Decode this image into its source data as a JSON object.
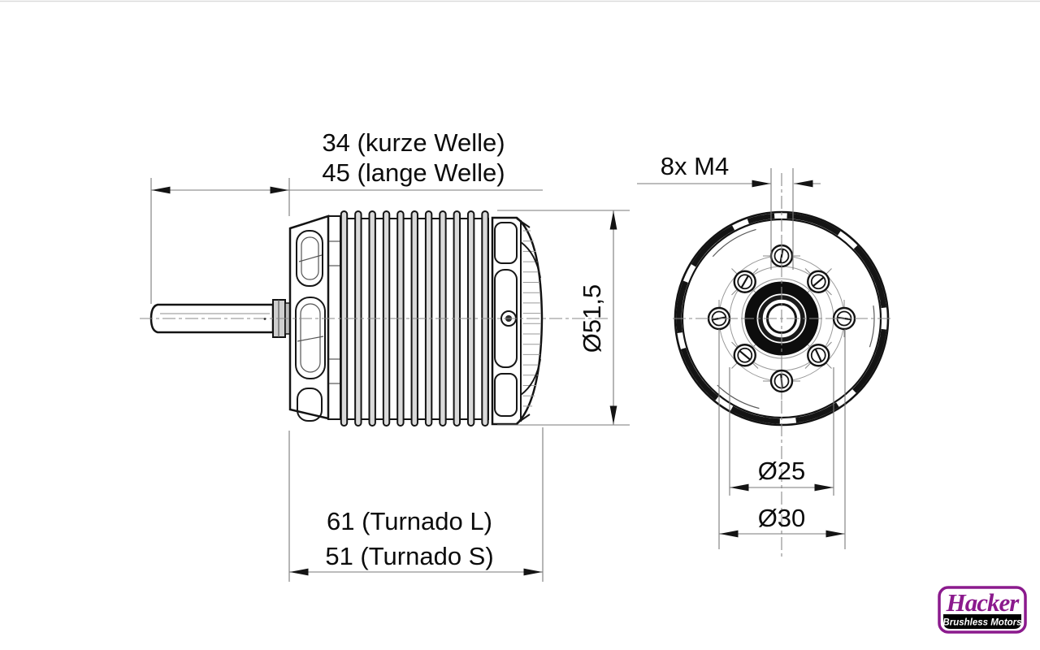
{
  "meta": {
    "type": "technical-drawing",
    "subject": "Brushless motor dimensional drawing, side view and front view",
    "units": "mm"
  },
  "dims": {
    "shaft_short": "34 (kurze Welle)",
    "shaft_long": "45 (lange Welle)",
    "body_diameter": "Ø51,5",
    "length_long": "61 (Turnado L)",
    "length_short": "51 (Turnado S)",
    "mount_holes": "8x M4",
    "bolt_circle_small": "Ø25",
    "bolt_circle_large": "Ø30"
  },
  "logo": {
    "brand": "Hacker",
    "tagline": "Brushless Motors",
    "color": "#8b1a8d",
    "bar_color": "#000000"
  }
}
